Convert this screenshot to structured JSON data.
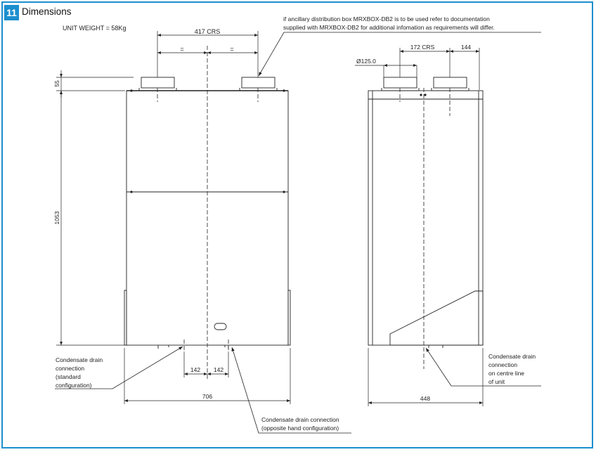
{
  "header": {
    "number": "11",
    "title": "Dimensions"
  },
  "unit_weight": "UNIT WEIGHT = 58Kg",
  "note": {
    "line1": "if ancillary distribution box MRXBOX-DB2 is to be used refer to documentation",
    "line2": "supplied with MRXBOX-DB2 for additional infomation as requirements will differ."
  },
  "front_view": {
    "crs_label": "417 CRS",
    "equal_left": "=",
    "equal_right": "=",
    "dim_top": "55",
    "dim_height": "1053",
    "dim_142_left": "142",
    "dim_142_right": "142",
    "dim_width": "706",
    "condensate_standard": [
      "Condensate drain",
      "connection",
      "(standard",
      "configuration)"
    ],
    "condensate_opposite": [
      "Condensate drain connection",
      "(opposite hand configuration)"
    ]
  },
  "side_view": {
    "diameter_label": "Ø125.0",
    "crs_label": "172 CRS",
    "dim_offset": "144",
    "dim_depth": "448",
    "condensate_centre": [
      "Condensate drain",
      "connection",
      "on centre line",
      "of unit"
    ]
  },
  "colors": {
    "accent": "#1c8fce",
    "line": "#222222"
  }
}
